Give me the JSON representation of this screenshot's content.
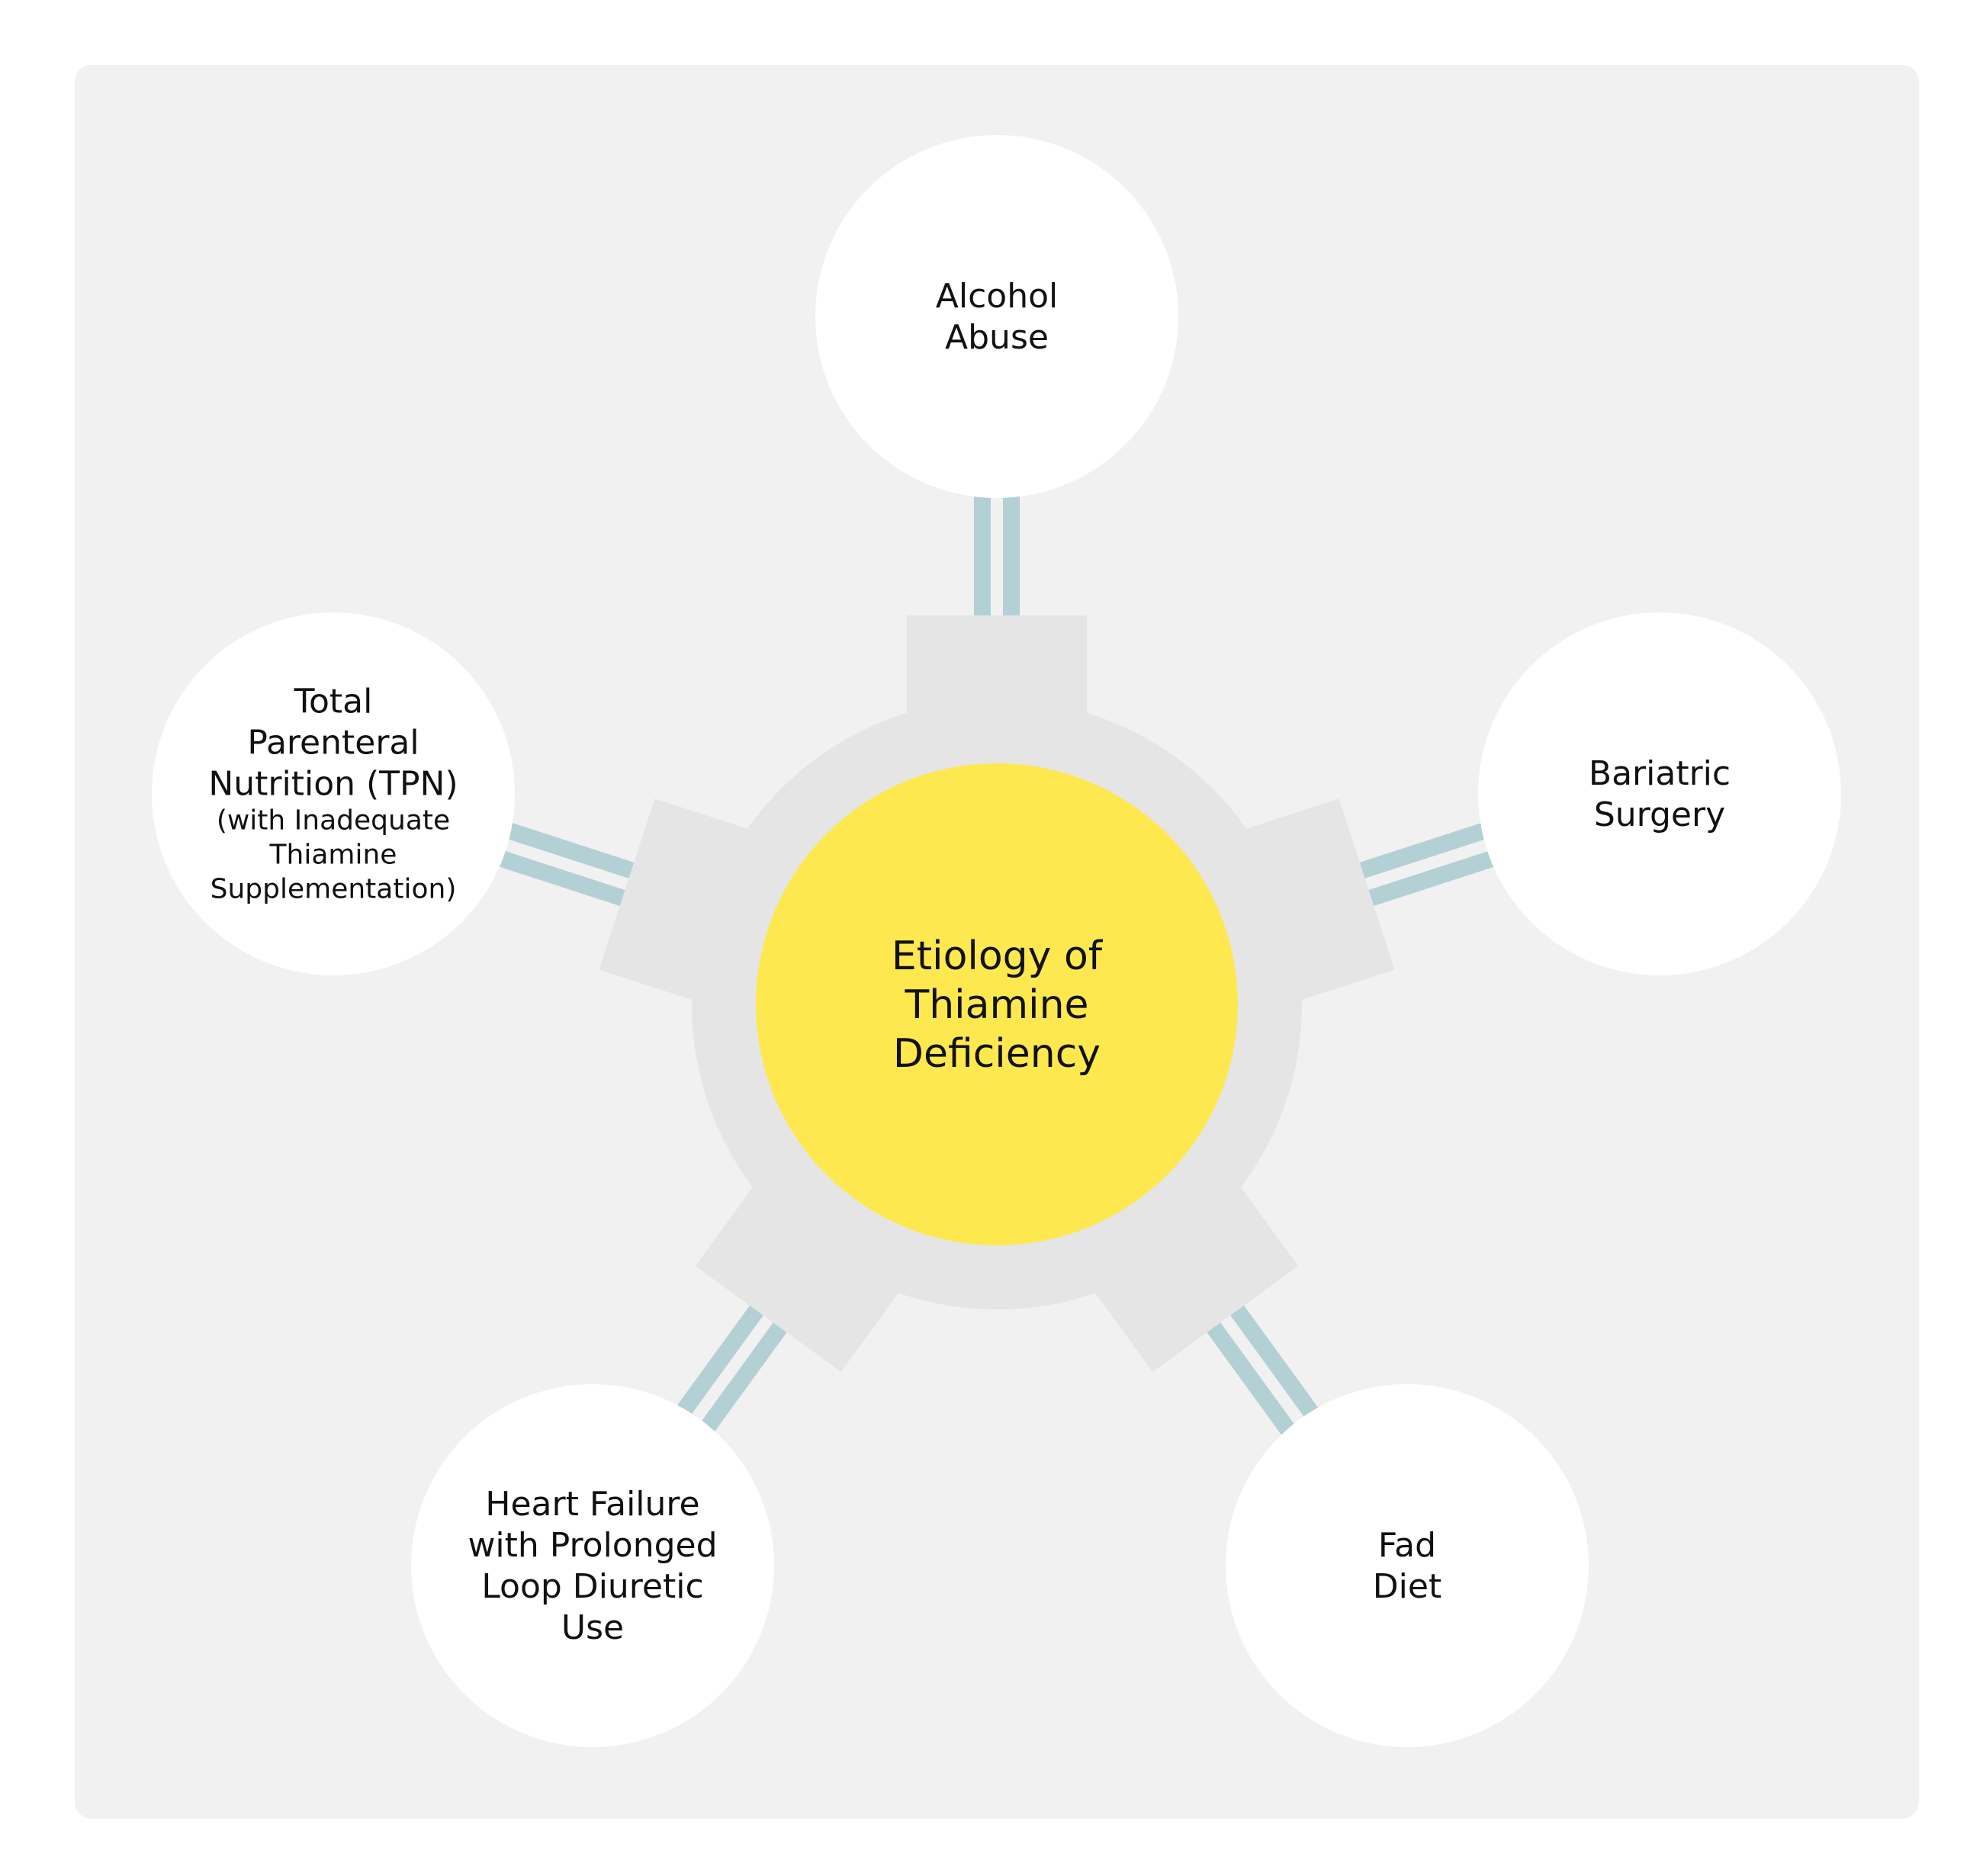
{
  "colors": {
    "panel": "#f1f1f1",
    "gear": "#e5e5e5",
    "hub": "#fee84f",
    "node": "#ffffff",
    "connector": "#b3d0d5",
    "text": "#111111"
  },
  "center": {
    "lines": [
      "Etiology of",
      "Thiamine",
      "Deficiency"
    ]
  },
  "causes": [
    {
      "id": "alcohol-abuse",
      "lines": [
        "Alcohol",
        "Abuse"
      ],
      "sub_lines": []
    },
    {
      "id": "bariatric-surgery",
      "lines": [
        "Bariatric",
        "Surgery"
      ],
      "sub_lines": []
    },
    {
      "id": "fad-diet",
      "lines": [
        "Fad",
        "Diet"
      ],
      "sub_lines": []
    },
    {
      "id": "heart-failure",
      "lines": [
        "Heart Failure",
        "with Prolonged",
        "Loop Diuretic",
        "Use"
      ],
      "sub_lines": []
    },
    {
      "id": "tpn",
      "lines": [
        "Total",
        "Parenteral",
        "Nutrition (TPN)"
      ],
      "sub_lines": [
        "(with Inadequate",
        "Thiamine",
        "Supplementation)"
      ]
    }
  ]
}
